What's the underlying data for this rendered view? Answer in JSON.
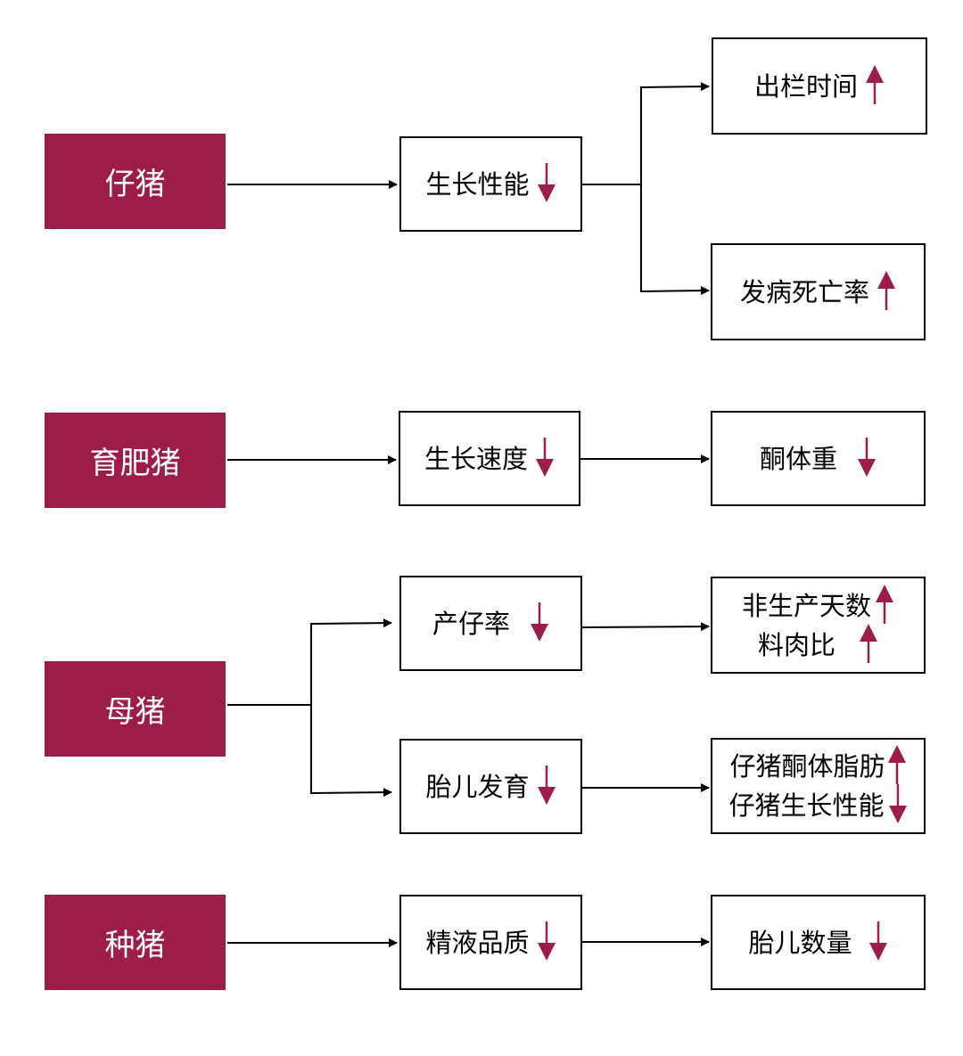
{
  "colors": {
    "category_fill": "#9b1d48",
    "category_text": "#ffffff",
    "arrow_mark": "#9b1d48",
    "connector": "#000000"
  },
  "categories": [
    {
      "label": "仔猪"
    },
    {
      "label": "育肥猪"
    },
    {
      "label": "母猪"
    },
    {
      "label": "种猪"
    }
  ],
  "effects": [
    {
      "label": "生长性能",
      "trend": "down"
    },
    {
      "label": "生长速度",
      "trend": "down"
    },
    {
      "label": "产仔率",
      "trend": "down"
    },
    {
      "label": "胎儿发育",
      "trend": "down"
    },
    {
      "label": "精液品质",
      "trend": "down"
    }
  ],
  "outcomes": [
    {
      "lines": [
        {
          "label": "出栏时间",
          "trend": "up"
        }
      ]
    },
    {
      "lines": [
        {
          "label": "发病死亡率",
          "trend": "up"
        }
      ]
    },
    {
      "lines": [
        {
          "label": "酮体重",
          "trend": "down"
        }
      ]
    },
    {
      "lines": [
        {
          "label": "非生产天数",
          "trend": "up"
        },
        {
          "label": "料肉比",
          "trend": "up"
        }
      ]
    },
    {
      "lines": [
        {
          "label": "仔猪酮体脂肪",
          "trend": "up"
        },
        {
          "label": "仔猪生长性能",
          "trend": "down"
        }
      ]
    },
    {
      "lines": [
        {
          "label": "胎儿数量",
          "trend": "down"
        }
      ]
    }
  ]
}
